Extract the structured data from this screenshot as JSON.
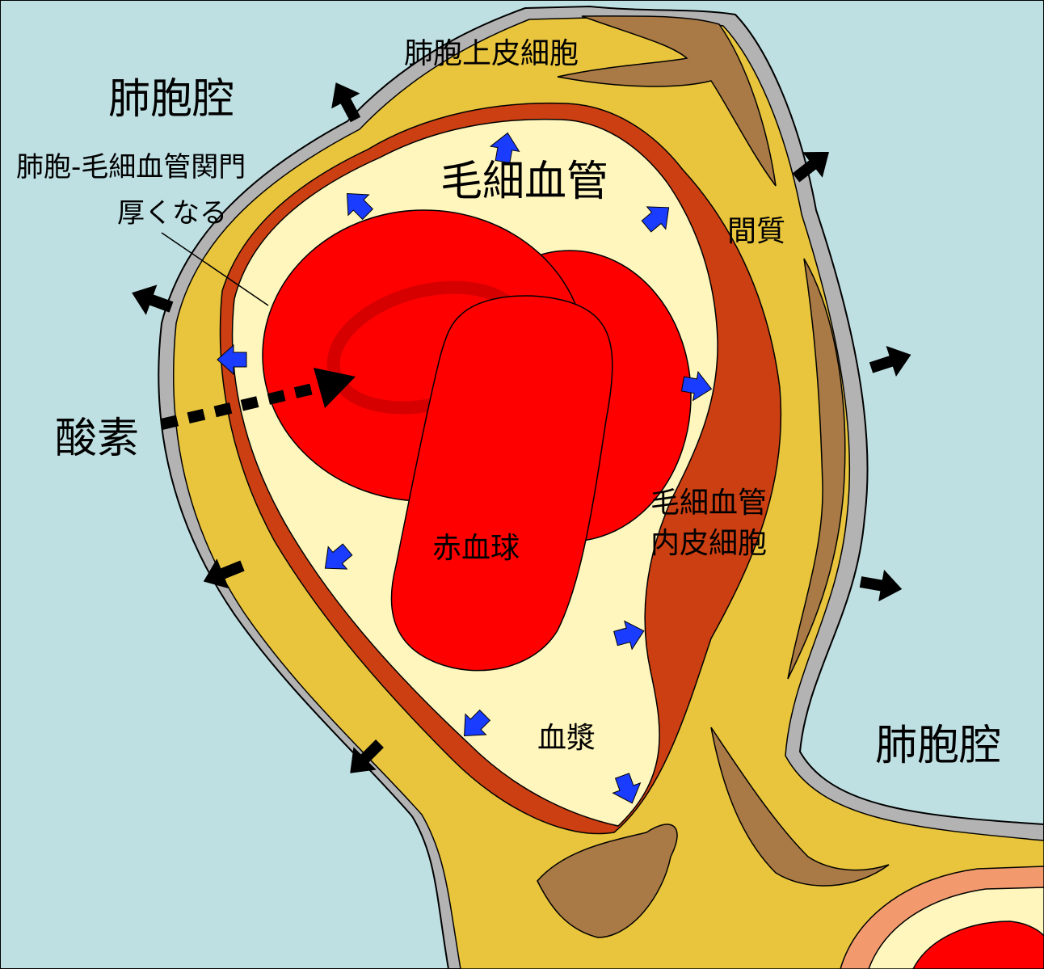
{
  "labels": {
    "alveolar_space_top": "肺胞腔",
    "alveolar_epithelial_cell": "肺胞上皮細胞",
    "capillary": "毛細血管",
    "barrier_line1": "肺胞-毛細血管関門",
    "barrier_line2": "厚くなる",
    "interstitium": "間質",
    "oxygen": "酸素",
    "endothelial_line1": "毛細血管",
    "endothelial_line2": "内皮細胞",
    "red_blood_cell": "赤血球",
    "plasma": "血漿",
    "alveolar_space_right": "肺胞腔"
  },
  "colors": {
    "alveolar_space": "#bfe0e3",
    "epithelium": "#b3b3b3",
    "interstitium": "#e9c53d",
    "interstitium_dark": "#a97a45",
    "endothelium": "#cc3f12",
    "plasma": "#fff6bd",
    "red_blood_cell": "#ff0000",
    "red_blood_cell_dark": "#d70000",
    "fluid_arrow": "#1a3cff",
    "outward_arrow": "#000000",
    "vessel_outer": "#f29a6e"
  },
  "icons": {
    "fluid_arrows": "blue-block-arrow",
    "outward_arrows": "black-block-arrow",
    "oxygen_path": "dotted-arrow"
  }
}
